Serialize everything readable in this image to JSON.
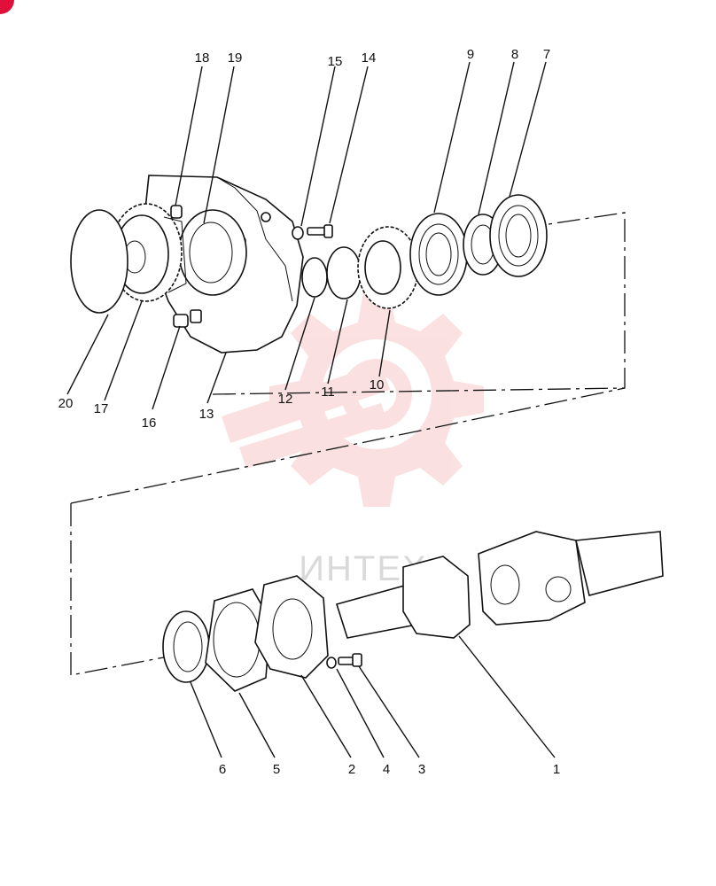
{
  "colors": {
    "ink": "#111111",
    "watermark": "#f7c8c8",
    "badge": "#e0103a"
  },
  "watermark": {
    "text": "ИНТЕХ"
  },
  "callouts": [
    "1",
    "2",
    "3",
    "4",
    "5",
    "6",
    "7",
    "8",
    "9",
    "10",
    "11",
    "12",
    "13",
    "14",
    "15",
    "16",
    "17",
    "18",
    "19",
    "20"
  ]
}
